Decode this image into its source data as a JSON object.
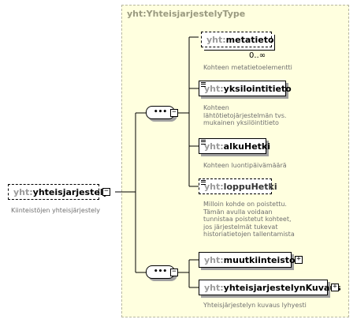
{
  "type_title": "yht:YhteisjarjestelyType",
  "root": {
    "ns": "yht:",
    "name": "yhteisjarjestely",
    "doc": "Kiinteistöjen yhteisjärjestely"
  },
  "elements": [
    {
      "ns": "yht:",
      "name": "metatieto",
      "occurrence": "0..∞",
      "doc": [
        "Kohteen metatietoelementti"
      ]
    },
    {
      "ns": "yht:",
      "name": "yksilointitieto",
      "doc": [
        "Kohteen",
        "lähtötietojärjestelmän tvs.",
        "mukainen yksilöintitieto"
      ]
    },
    {
      "ns": "yht:",
      "name": "alkuHetki",
      "doc": [
        "Kohteen luontipäivämäärä"
      ]
    },
    {
      "ns": "yht:",
      "name": "loppuHetki",
      "doc": [
        "Milloin kohde on poistettu.",
        "Tämän avulla voidaan",
        "tunnistaa poistetut kohteet,",
        "jos järjestelmät tukevat",
        "historiatietojen tallentamista"
      ]
    },
    {
      "ns": "yht:",
      "name": "muutkiinteistot"
    },
    {
      "ns": "yht:",
      "name": "yhteisjarjestelynKuvaus",
      "doc": [
        "Yhteisjärjestelyn kuvaus lyhyesti"
      ]
    }
  ],
  "icons": {
    "sequence": "sequence-compositor-icon",
    "collapse": "minus-toggle-icon",
    "expand": "plus-toggle-icon",
    "simple_content": "simple-content-lines-icon"
  }
}
